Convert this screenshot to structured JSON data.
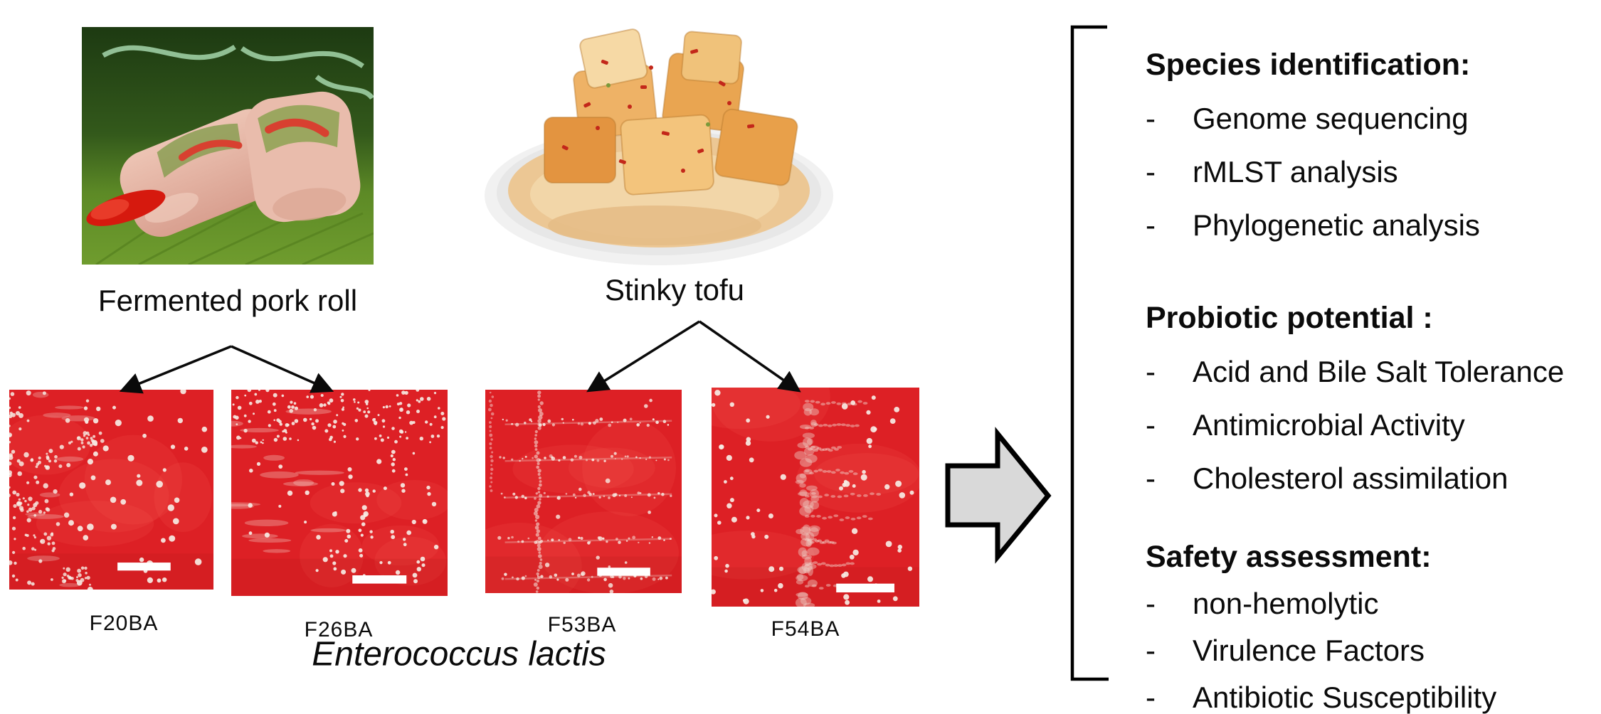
{
  "foods": [
    {
      "label": "Fermented pork roll"
    },
    {
      "label": "Stinky tofu"
    }
  ],
  "plates": [
    {
      "label": "F20BA",
      "source": "Fermented pork roll",
      "pattern": "scatter_left_dense"
    },
    {
      "label": "F26BA",
      "source": "Fermented pork roll",
      "pattern": "top_band"
    },
    {
      "label": "F53BA",
      "source": "Stinky tofu",
      "pattern": "grid_streaks"
    },
    {
      "label": "F54BA",
      "source": "Stinky tofu",
      "pattern": "center_branches"
    }
  ],
  "species": {
    "label": "Enterococcus lactis"
  },
  "bullet_char": "-",
  "panels": [
    {
      "title": "Species identification:",
      "items": [
        "Genome sequencing",
        "rMLST analysis",
        "Phylogenetic analysis"
      ]
    },
    {
      "title": "Probiotic potential :",
      "items": [
        "Acid and Bile Salt Tolerance",
        "Antimicrobial Activity",
        "Cholesterol assimilation"
      ]
    },
    {
      "title": "Safety assessment:",
      "items": [
        "non-hemolytic",
        "Virulence Factors",
        "Antibiotic Susceptibility"
      ]
    }
  ],
  "colors": {
    "agar_red": "#dd2025",
    "colony_white": "#f6ece4",
    "block_arrow_fill": "#d9d9d9",
    "line_black": "#0a0a0a"
  }
}
